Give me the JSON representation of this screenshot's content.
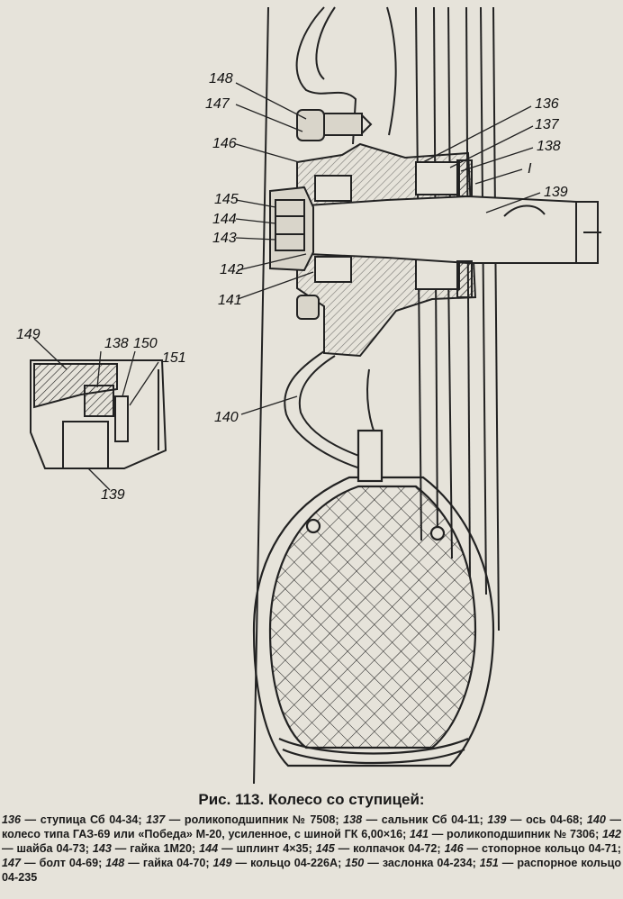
{
  "figure": {
    "title": "Рис. 113. Колесо со ступицей:",
    "labels": {
      "l148": "148",
      "l147": "147",
      "l146": "146",
      "l145": "145",
      "l144": "144",
      "l143": "143",
      "l142": "142",
      "l141": "141",
      "l140": "140",
      "l136": "136",
      "l137": "137",
      "l138": "138",
      "lI": "I",
      "l139": "139",
      "d149": "149",
      "d138": "138",
      "d150": "150",
      "d151": "151",
      "d139": "139"
    },
    "legend": [
      {
        "num": "136",
        "text": " — ступица Сб 04-34; "
      },
      {
        "num": "137",
        "text": " — роликоподшипник № 7508; "
      },
      {
        "num": "138",
        "text": " — сальник Сб 04-11; "
      },
      {
        "num": "139",
        "text": " — ось 04-68; "
      },
      {
        "num": "140",
        "text": " — колесо типа ГАЗ-69 или «Победа» М-20, усиленное, с шиной ГК 6,00×16; "
      },
      {
        "num": "141",
        "text": " — роликоподшипник № 7306; "
      },
      {
        "num": "142",
        "text": " — шайба 04-73; "
      },
      {
        "num": "143",
        "text": " — гайка 1М20; "
      },
      {
        "num": "144",
        "text": " — шплинт 4×35; "
      },
      {
        "num": "145",
        "text": " — колпачок 04-72; "
      },
      {
        "num": "146",
        "text": " — стопорное кольцо 04-71; "
      },
      {
        "num": "147",
        "text": " — болт 04-69; "
      },
      {
        "num": "148",
        "text": " — гайка 04-70; "
      },
      {
        "num": "149",
        "text": " — кольцо 04-226А; "
      },
      {
        "num": "150",
        "text": " — заслонка 04-234; "
      },
      {
        "num": "151",
        "text": " — распорное кольцо 04-235"
      }
    ]
  }
}
